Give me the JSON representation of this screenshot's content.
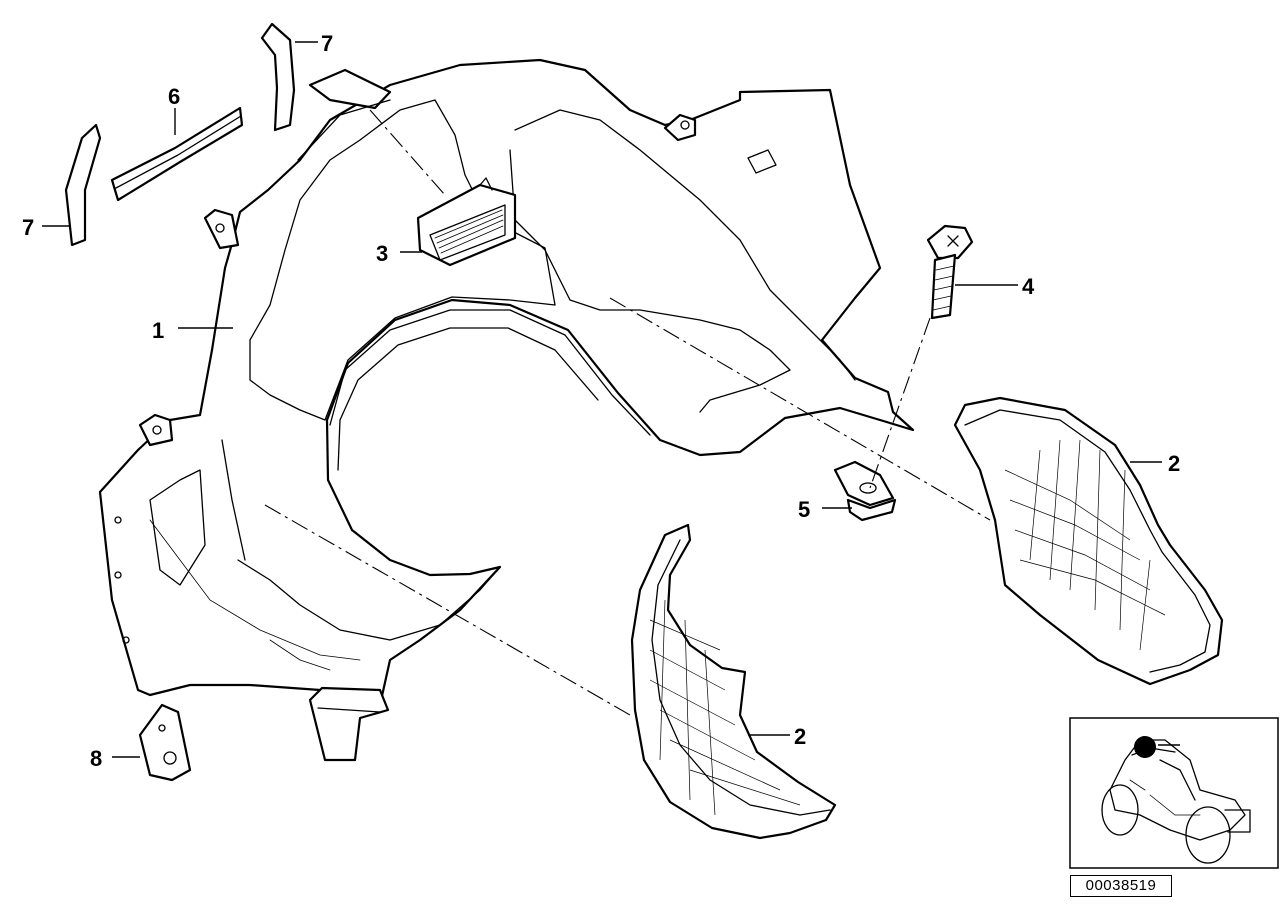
{
  "diagram": {
    "callouts": {
      "c1": "1",
      "c2a": "2",
      "c2b": "2",
      "c3": "3",
      "c4": "4",
      "c5": "5",
      "c6": "6",
      "c7a": "7",
      "c7b": "7",
      "c8": "8"
    },
    "catalog_number": "00038519"
  },
  "colors": {
    "line": "#000000",
    "background": "#ffffff"
  }
}
